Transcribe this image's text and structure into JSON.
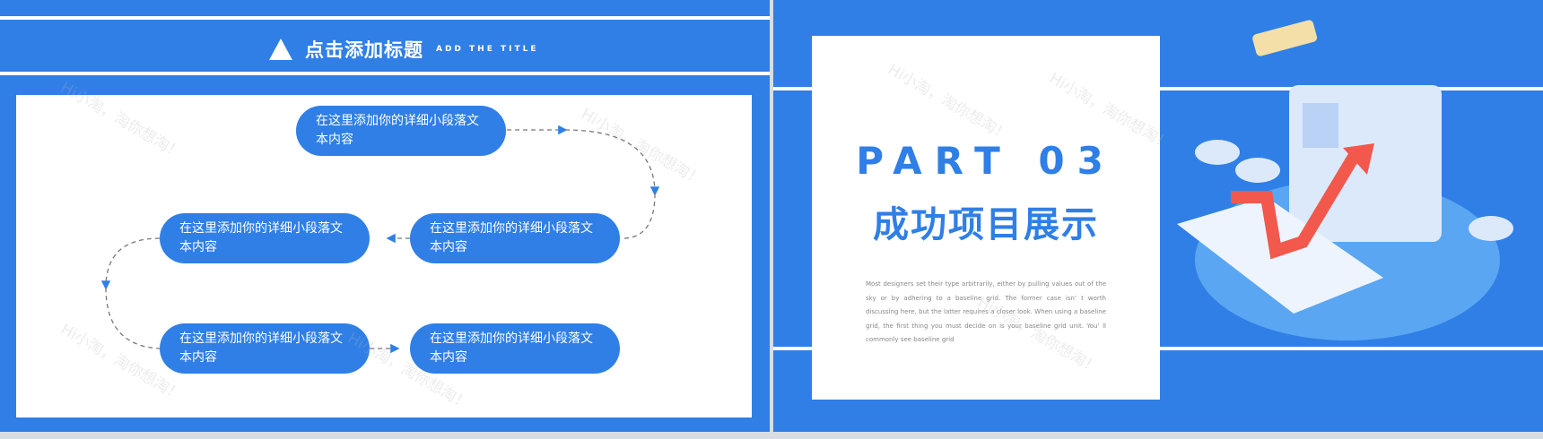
{
  "left_slide": {
    "title_cn": "点击添加标题",
    "title_en": "ADD THE TITLE",
    "steps": [
      "在这里添加你的详细小段落文本内容",
      "在这里添加你的详细小段落文本内容",
      "在这里添加你的详细小段落文本内容",
      "在这里添加你的详细小段落文本内容",
      "在这里添加你的详细小段落文本内容"
    ]
  },
  "right_slide": {
    "part": "PART 03",
    "heading": "成功项目展示",
    "body": "Most designers set their type arbitrarily, either by pulling values out of the sky or by adhering to a baseline grid. The former case isn’ t worth discussing here, but the latter requires a closer look. When using a baseline grid, the first thing you must decide on is your baseline grid unit. You’ ll commonly see baseline grid"
  },
  "watermark": "Hi小淘，淘你想淘！",
  "colors": {
    "accent": "#2f7fe6",
    "arrow": "#f2584b"
  }
}
